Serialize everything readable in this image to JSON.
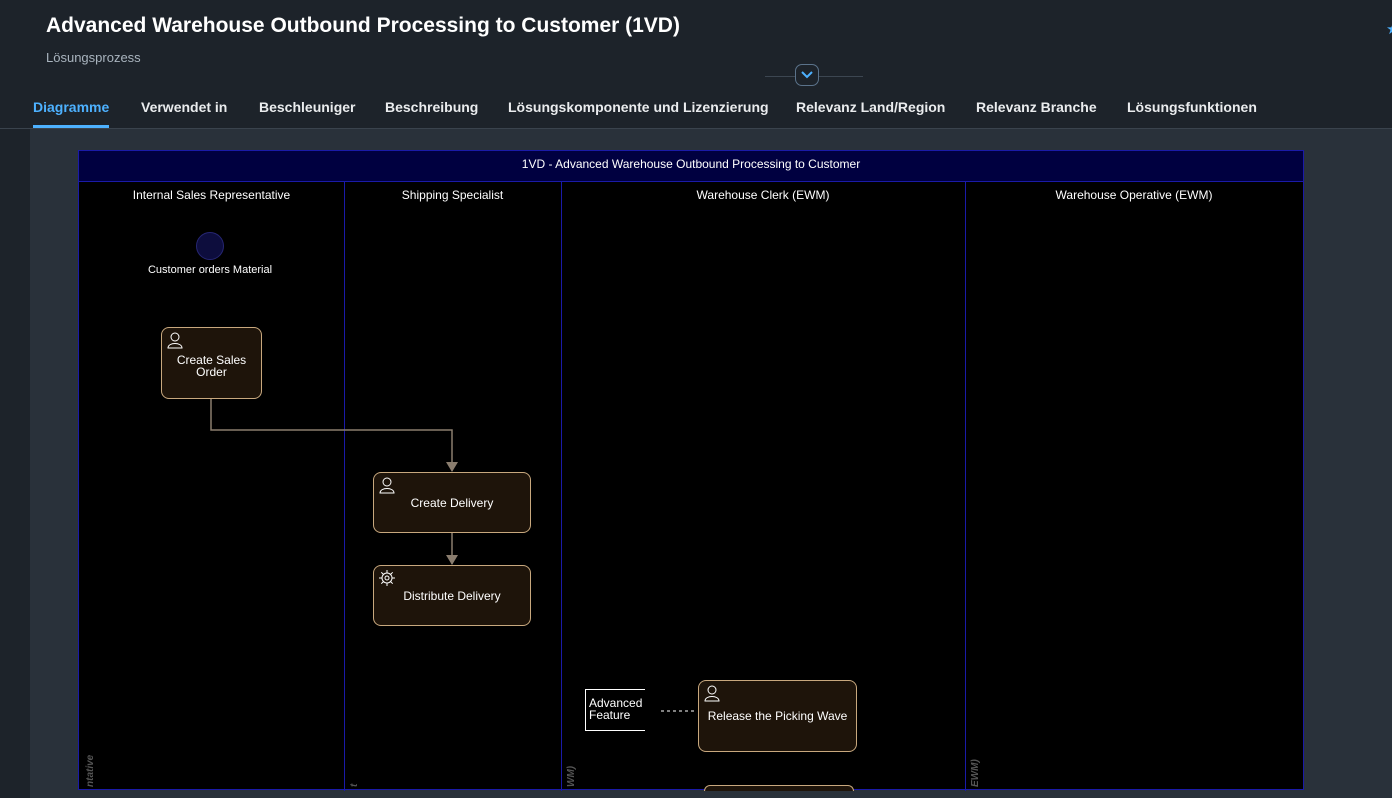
{
  "header": {
    "title": "Advanced Warehouse Outbound Processing to Customer (1VD)",
    "subtitle": "Lösungsprozess"
  },
  "tabs": [
    {
      "label": "Diagramme",
      "active": true
    },
    {
      "label": "Verwendet in"
    },
    {
      "label": "Beschleuniger"
    },
    {
      "label": "Beschreibung"
    },
    {
      "label": "Lösungskomponente und Lizenzierung"
    },
    {
      "label": "Relevanz Land/Region"
    },
    {
      "label": "Relevanz Branche"
    },
    {
      "label": "Lösungsfunktionen"
    }
  ],
  "diagram": {
    "pool_title": "1VD - Advanced Warehouse Outbound Processing to Customer",
    "lanes": [
      {
        "title": "Internal Sales Representative",
        "vertical_label": "ntative"
      },
      {
        "title": "Shipping Specialist",
        "vertical_label": "t"
      },
      {
        "title": "Warehouse Clerk (EWM)",
        "vertical_label": "WM)"
      },
      {
        "title": "Warehouse Operative (EWM)",
        "vertical_label": "EWM)"
      }
    ],
    "start_event_label": "Customer orders Material",
    "tasks": [
      {
        "label": "Create Sales Order",
        "icon": "user-task-icon"
      },
      {
        "label": "Create Delivery",
        "icon": "user-task-icon"
      },
      {
        "label": "Distribute Delivery",
        "icon": "service-task-icon"
      },
      {
        "label": "Release the Picking Wave",
        "icon": "user-task-icon"
      }
    ],
    "annotation": "Advanced Feature"
  },
  "colors": {
    "accent": "#4db1ff",
    "task_border": "#c8a87e",
    "lane_border": "#1a1aa8"
  }
}
